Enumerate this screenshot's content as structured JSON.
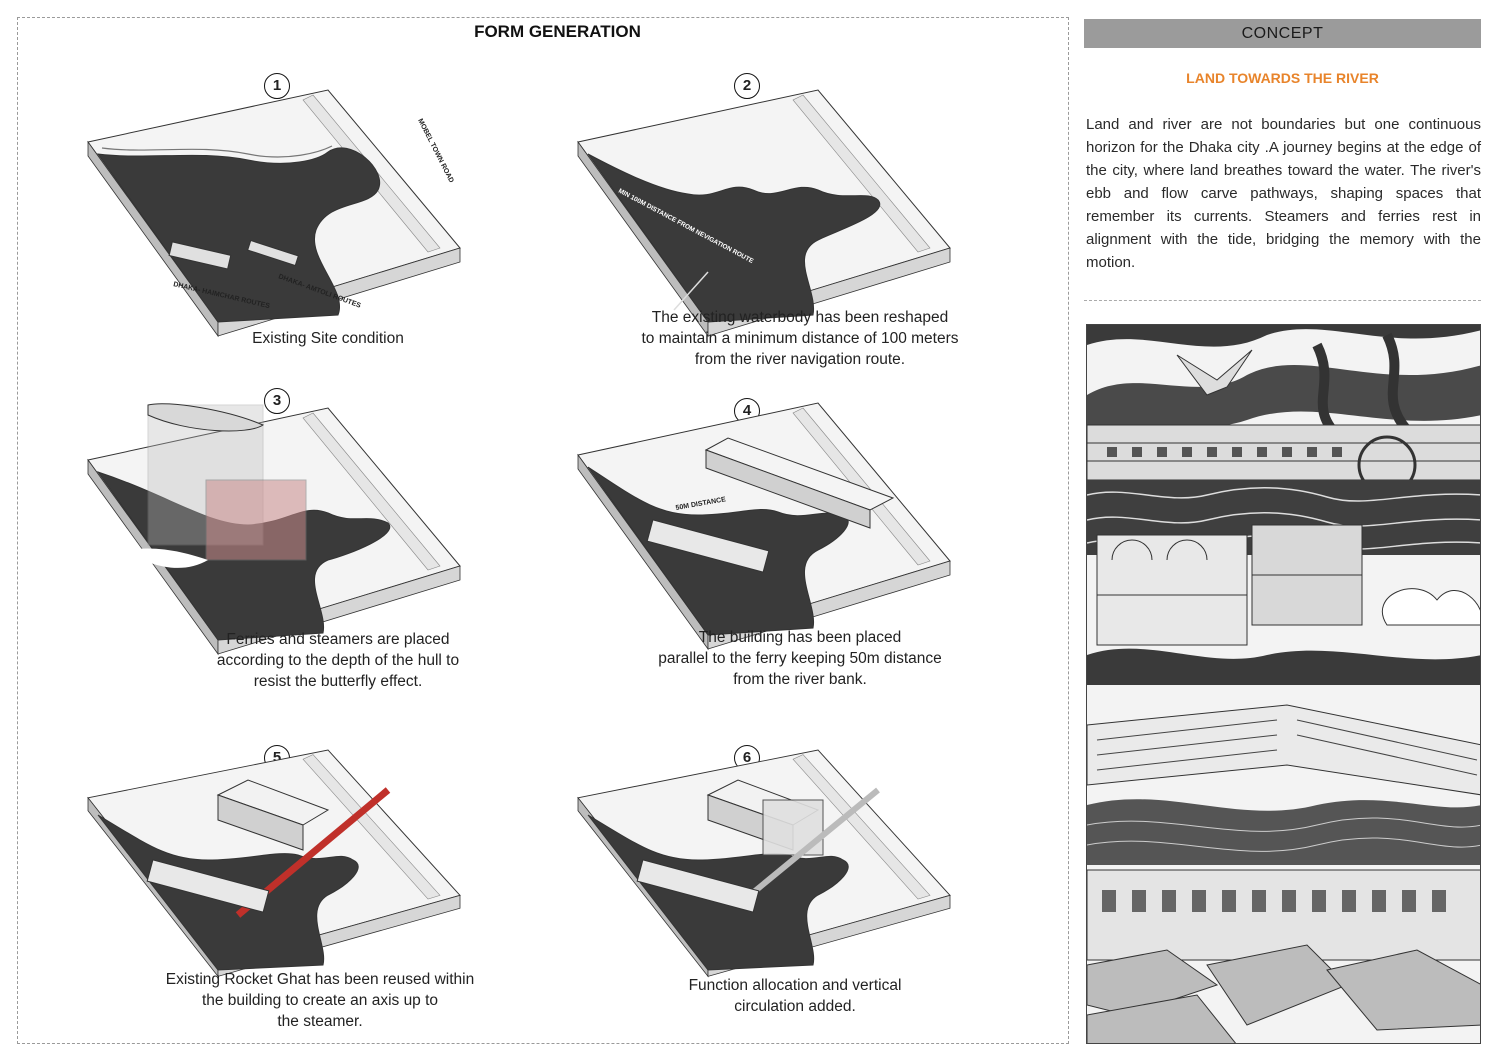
{
  "form_generation": {
    "title": "FORM GENERATION",
    "steps": [
      {
        "number": "1",
        "caption": [
          "Existing Site condition"
        ],
        "labels": {
          "road": "MOBEL TOWN ROAD",
          "route1": "DHAKA- HAIMCHAR ROUTES",
          "route2": "DHAKA- AMTOLI ROUTES"
        }
      },
      {
        "number": "2",
        "caption": [
          "The existing waterbody has been reshaped",
          "to maintain a minimum distance of 100 meters",
          "from the river navigation route."
        ],
        "labels": {
          "distance": "MIN 100M DISTANCE FROM NEVIGATION ROUTE"
        }
      },
      {
        "number": "3",
        "caption": [
          "Ferries and steamers are placed",
          "according to the depth of the hull to",
          "resist the butterfly effect."
        ]
      },
      {
        "number": "4",
        "caption": [
          "The building has been placed",
          "parallel to the ferry keeping 50m distance",
          "from the river bank."
        ],
        "labels": {
          "distance": "50M DISTANCE"
        }
      },
      {
        "number": "5",
        "caption": [
          "Existing Rocket Ghat has been reused within",
          "the building to create an axis up to",
          "the steamer."
        ]
      },
      {
        "number": "6",
        "caption": [
          "Function allocation and vertical",
          "circulation added."
        ]
      }
    ]
  },
  "concept": {
    "header": "CONCEPT",
    "subtitle": "LAND TOWARDS THE RIVER",
    "text": "Land and river are not boundaries but one continuous horizon for the Dhaka city .A journey begins at the edge of the city, where land breathes toward the water. The river's ebb and flow carve pathways, shaping spaces that remember its currents. Steamers and ferries rest in alignment with the tide, bridging the memory with the motion."
  },
  "colors": {
    "water": "#3a3a3a",
    "slab": "#f2f2f2",
    "accent": "#e8842b",
    "axis_red": "#c0302a",
    "bar": "#9b9b9b"
  }
}
